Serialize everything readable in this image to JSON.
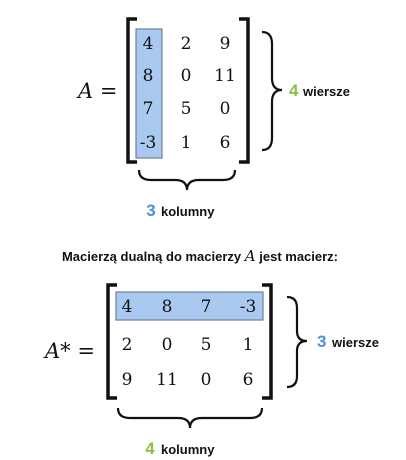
{
  "top": {
    "lhs": "A =",
    "matrix": [
      [
        "4",
        "2",
        "9"
      ],
      [
        "8",
        "0",
        "11"
      ],
      [
        "7",
        "5",
        "0"
      ],
      [
        "-3",
        "1",
        "6"
      ]
    ],
    "rows_count": "4",
    "rows_word": "wiersze",
    "cols_count": "3",
    "cols_word": "kolumny"
  },
  "caption": {
    "prefix": "Macierzą dualną do macierzy",
    "var": "A",
    "suffix": "jest macierz:"
  },
  "bottom": {
    "lhs": "A* =",
    "matrix": [
      [
        "4",
        "8",
        "7",
        "-3"
      ],
      [
        "2",
        "0",
        "5",
        "1"
      ],
      [
        "9",
        "11",
        "0",
        "6"
      ]
    ],
    "rows_count": "3",
    "rows_word": "wiersze",
    "cols_count": "4",
    "cols_word": "kolumny"
  },
  "colors": {
    "highlight_fill": "#a9c9f0",
    "highlight_stroke": "#6d7f96",
    "rows_count_color": "#8cbf3f",
    "cols_count_color": "#4a90d9",
    "bracket": "#111111"
  }
}
